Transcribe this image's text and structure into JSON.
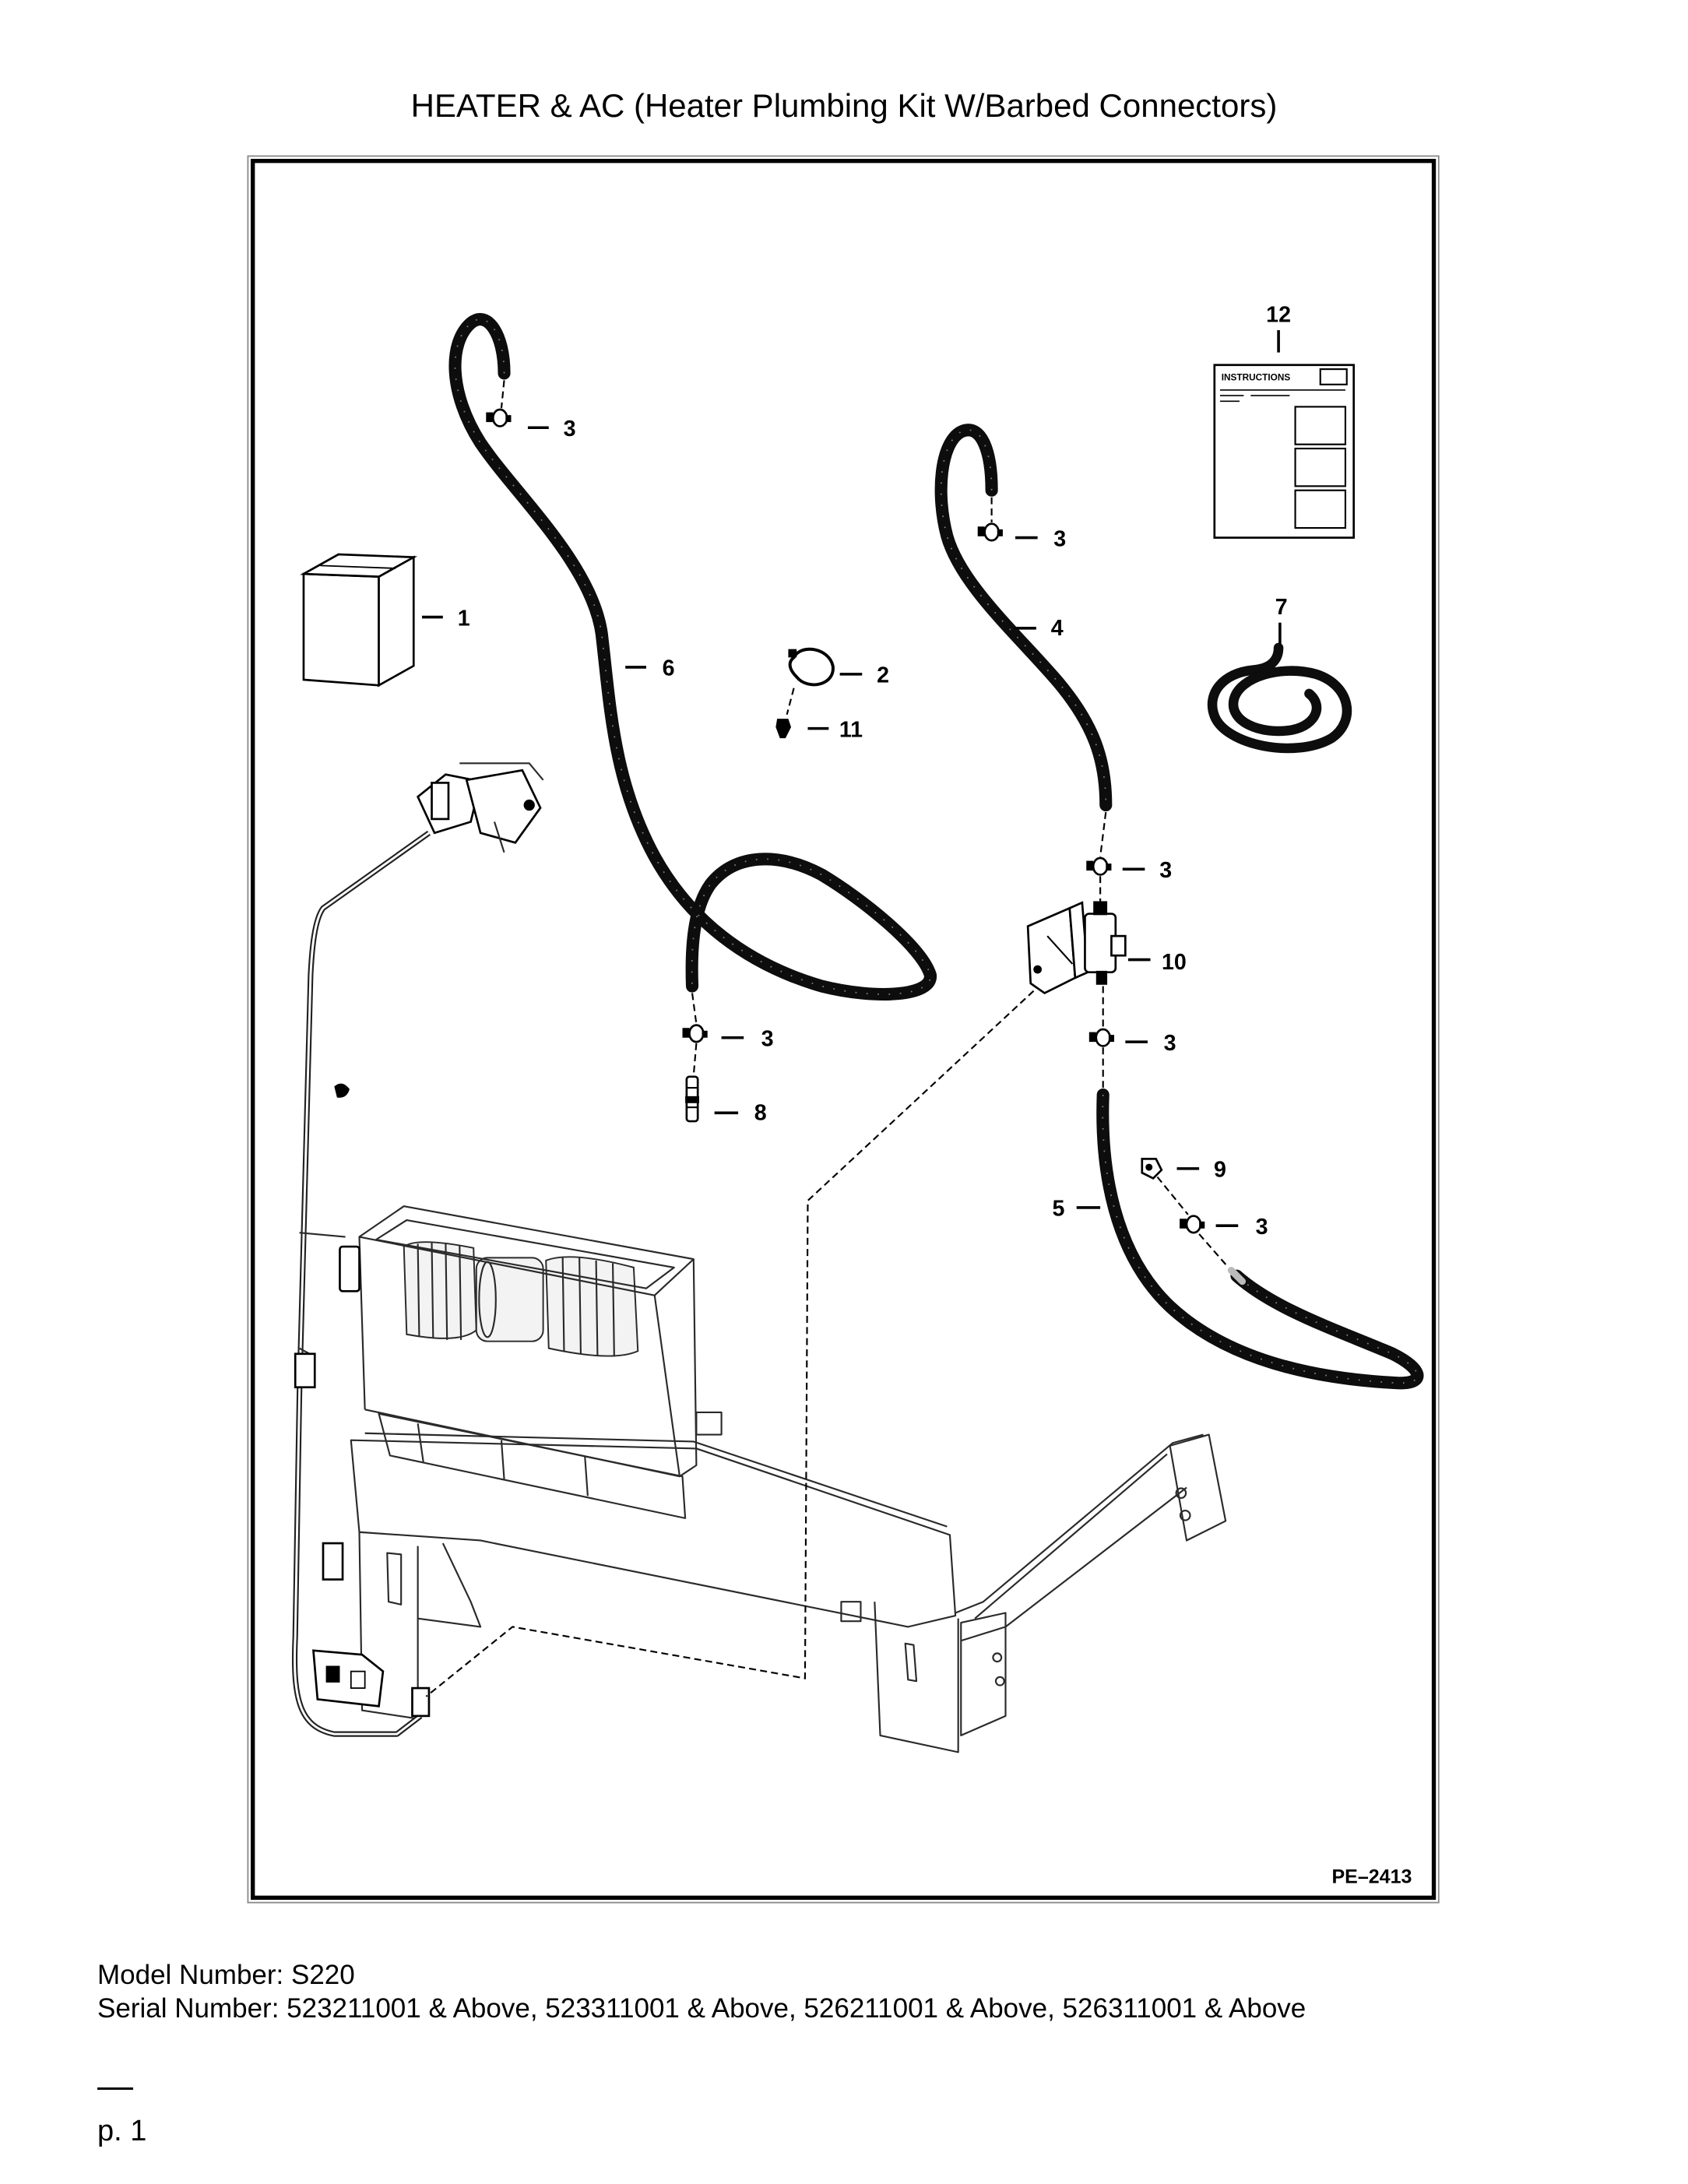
{
  "page": {
    "title": "HEATER & AC (Heater Plumbing Kit W/Barbed Connectors)",
    "model_number": "Model Number: S220",
    "serial_number": "Serial Number: 523211001 & Above, 523311001 & Above, 526211001 & Above, 526311001 & Above",
    "page_number": "p. 1"
  },
  "diagram": {
    "drawing_number": "PE–2413",
    "instructions_label": "INSTRUCTIONS",
    "callouts": {
      "instructions": "12",
      "kit_box": "1",
      "wire_tie": "2",
      "clamp_left_hose_top": "3",
      "clamp_right_hose_top": "3",
      "clamp_above_valve": "3",
      "clamp_left_hose_end": "3",
      "clamp_below_valve": "3",
      "clamp_elbow": "3",
      "hose_upper": "4",
      "hose_lower": "5",
      "hose_left": "6",
      "hose_coil": "7",
      "fitting_straight": "8",
      "fitting_elbow": "9",
      "valve": "10",
      "fastener": "11"
    }
  }
}
